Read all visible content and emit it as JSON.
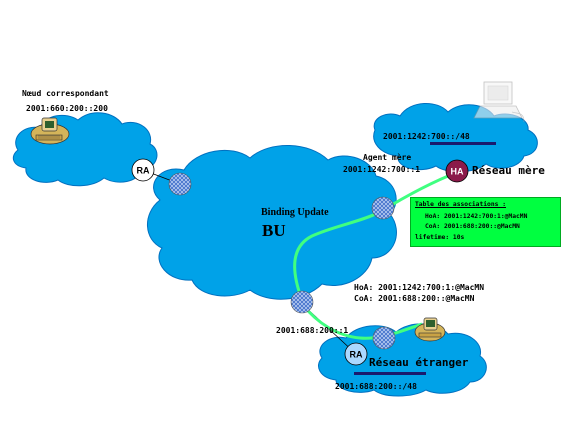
{
  "labels": {
    "correspondent_title": "Nœud correspondant",
    "correspondent_address": "2001:660:200::200",
    "home_prefix": "2001:1242:700::/48",
    "home_agent_title": "Agent mère",
    "home_agent_address": "2001:1242:700::1",
    "home_network_name": "Réseau mère",
    "binding_update_title": "Binding Update",
    "binding_update_abbr": "BU",
    "bu_hoa_line": "HoA: 2001:1242:700:1:@MacMN",
    "bu_coa_line": "CoA:    2001:688:200::@MacMN",
    "foreign_router_address": "2001:688:200::1",
    "foreign_network_name": "Réseau étranger",
    "foreign_prefix": "2001:688:200::/48"
  },
  "router_labels": {
    "ra_left": "RA",
    "ha": "HA",
    "ra_bottom": "RA"
  },
  "association_table": {
    "title": "Table des associations :",
    "hoa": "HoA: 2001:1242:700:1:@MacMN",
    "coa": "CoA: 2001:688:200::@MacMN",
    "lifetime": "lifetime: 10s"
  },
  "colors": {
    "cloud": "#00a2e8",
    "cloud_outline": "#0070c0",
    "router_fill": "#ffffff",
    "ha_fill": "#8b1a4a",
    "hatch": "#4a7ad0",
    "bu_path": "#40ff80",
    "table_bg": "#00ff40"
  },
  "icons": {
    "correspondent": "computer-icon",
    "mobile_home": "laptop-icon",
    "mobile_foreign": "computer-icon"
  }
}
